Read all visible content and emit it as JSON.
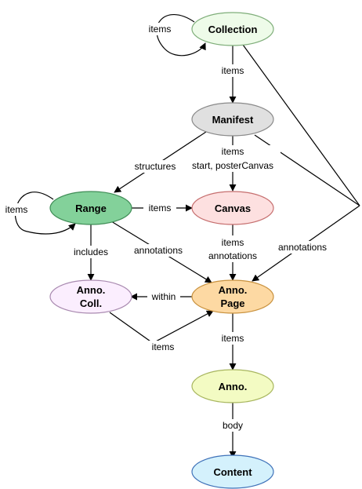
{
  "nodes": {
    "collection": {
      "label": "Collection",
      "fill": "#eefbe9",
      "stroke": "#7fae7a"
    },
    "manifest": {
      "label": "Manifest",
      "fill": "#e0e0e0",
      "stroke": "#8a8a8a"
    },
    "range": {
      "label": "Range",
      "fill": "#83d19a",
      "stroke": "#3f8d56"
    },
    "canvas": {
      "label": "Canvas",
      "fill": "#fde0e0",
      "stroke": "#c66f6f"
    },
    "anno_coll": {
      "label_line1": "Anno.",
      "label_line2": "Coll.",
      "fill": "#fbeefe",
      "stroke": "#a98ab0"
    },
    "anno_page": {
      "label_line1": "Anno.",
      "label_line2": "Page",
      "fill": "#fdd9a3",
      "stroke": "#c9923f"
    },
    "anno": {
      "label": "Anno.",
      "fill": "#f3fbc3",
      "stroke": "#a8b65f"
    },
    "content": {
      "label": "Content",
      "fill": "#d4f1fc",
      "stroke": "#3f72b9"
    }
  },
  "edge_labels": {
    "collection_self": "items",
    "collection_manifest": "items",
    "manifest_structures": "structures",
    "manifest_canvas_line1": "items",
    "manifest_canvas_line2": "start, posterCanvas",
    "range_self": "items",
    "range_canvas": "items",
    "range_includes": "includes",
    "range_annotations": "annotations",
    "canvas_annopage_line1": "items",
    "canvas_annopage_line2": "annotations",
    "junction_annotations": "annotations",
    "annopage_within": "within",
    "annocoll_items": "items",
    "annopage_anno": "items",
    "anno_body": "body"
  }
}
